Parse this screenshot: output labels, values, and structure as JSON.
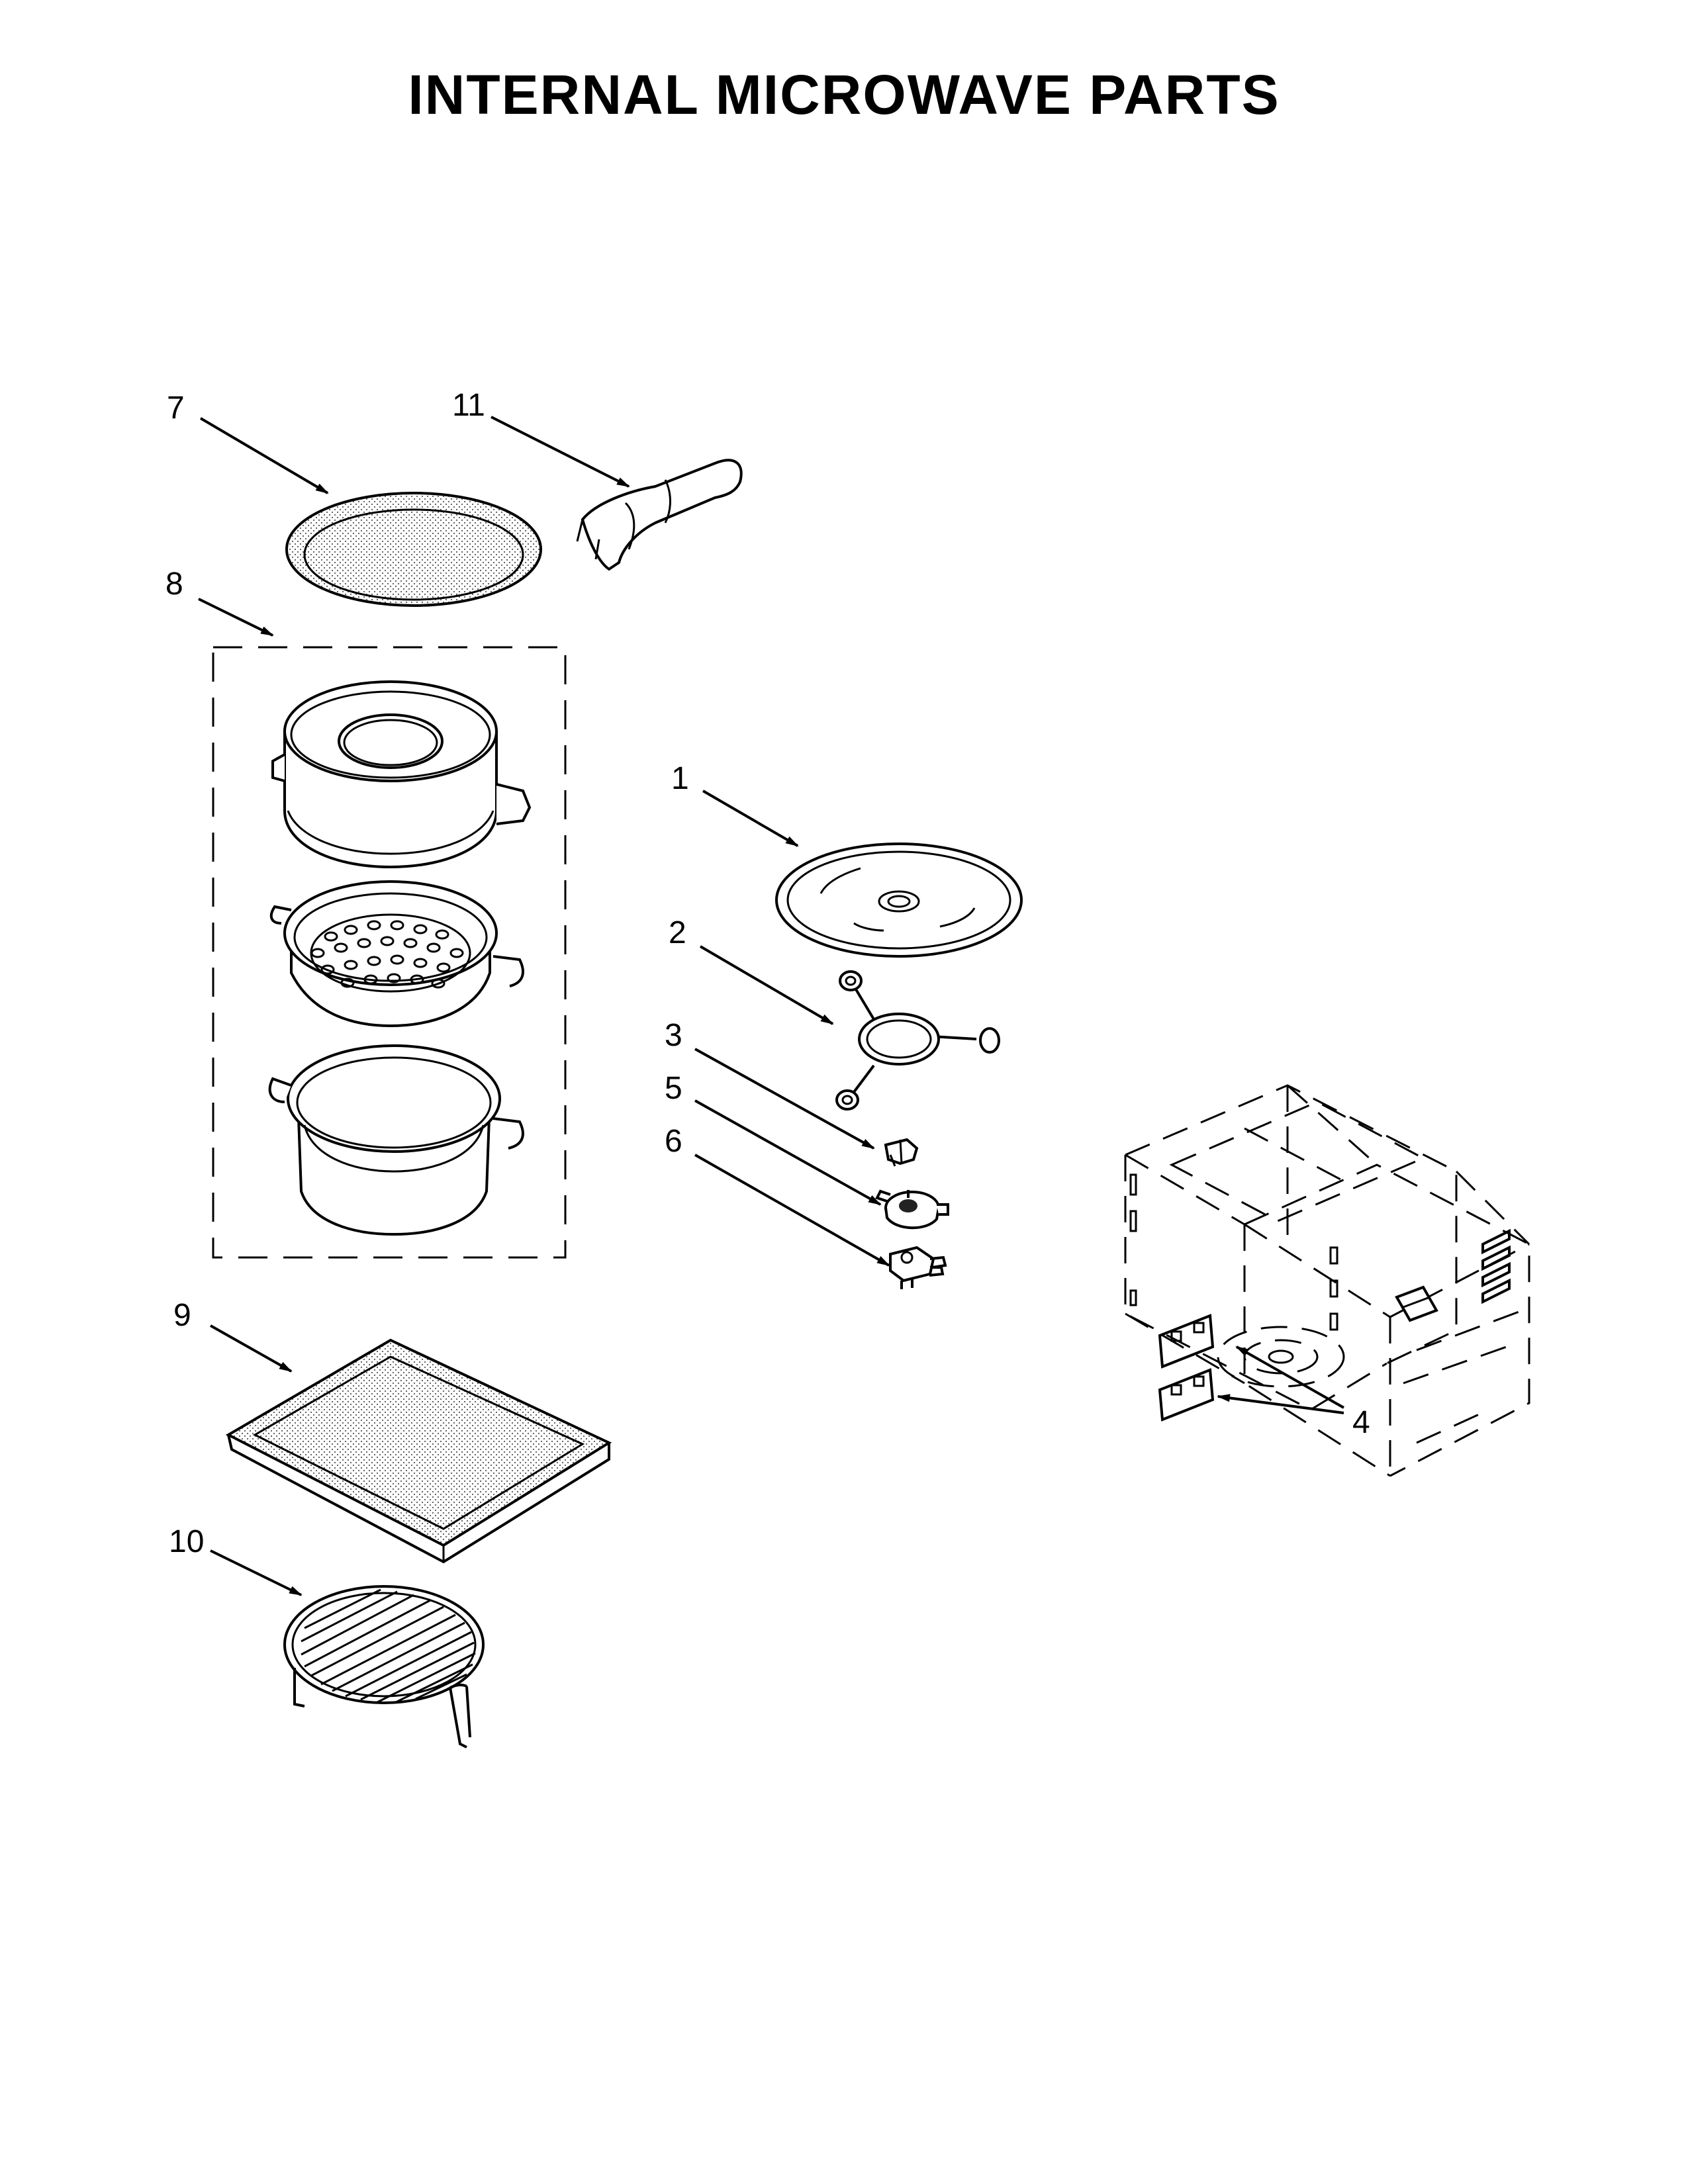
{
  "title": "INTERNAL MICROWAVE PARTS",
  "callouts": {
    "c1": "1",
    "c2": "2",
    "c3": "3",
    "c4": "4",
    "c5": "5",
    "c6": "6",
    "c7": "7",
    "c8": "8",
    "c9": "9",
    "c10": "10",
    "c11": "11"
  }
}
